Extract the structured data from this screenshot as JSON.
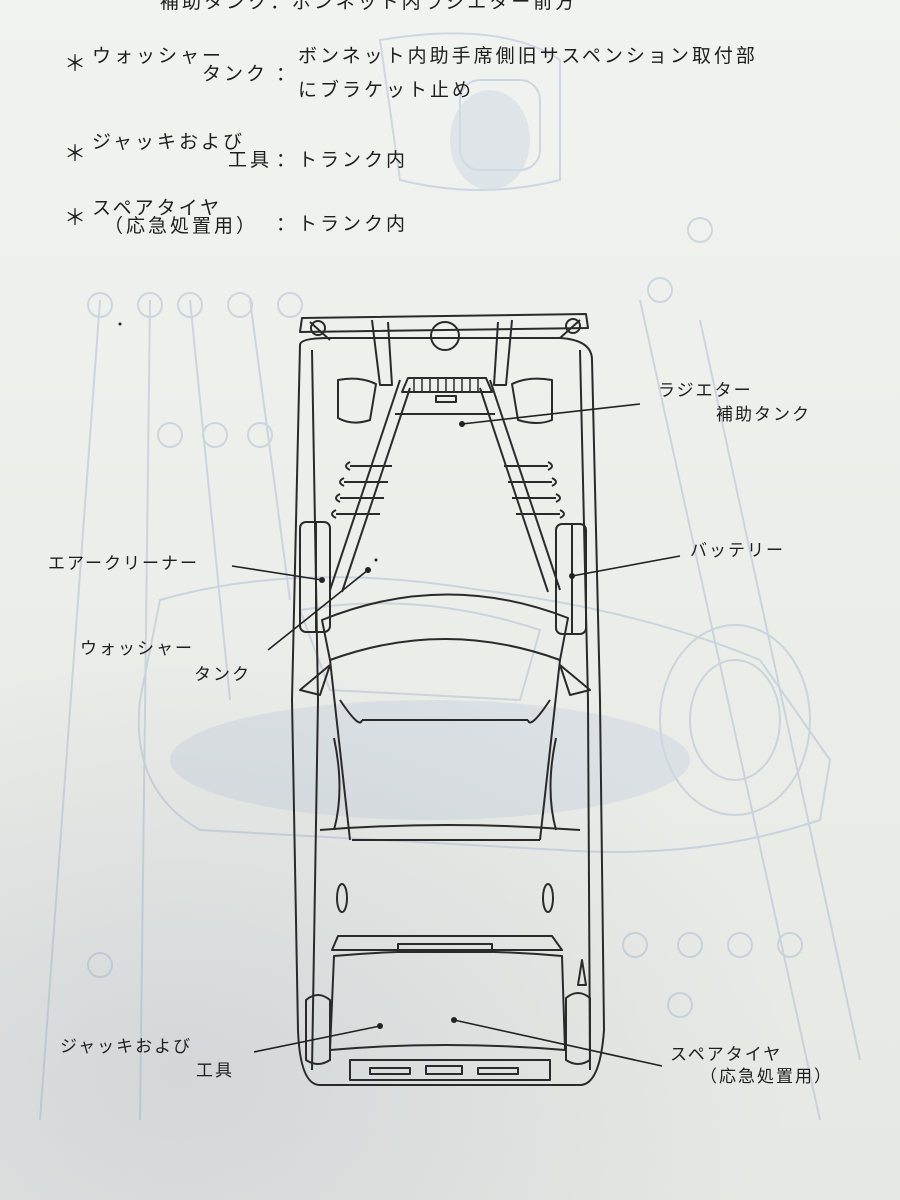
{
  "header": {
    "cut_off_line": "補助タンク：ボンネット内ラジエター前方"
  },
  "specs": [
    {
      "name_line1": "ウォッシャー",
      "name_line2": "タンク",
      "location_line1": "ボンネット内助手席側旧サスペンション取付部",
      "location_line2": "にブラケット止め"
    },
    {
      "name_line1": "ジャッキおよび",
      "name_line2": "工具",
      "location_line1": "トランク内",
      "location_line2": ""
    },
    {
      "name_line1": "スペアタイヤ",
      "name_line2": "（応急処置用）",
      "location_line1": "トランク内",
      "location_line2": ""
    }
  ],
  "symbols": {
    "bullet": "＊",
    "separator": "："
  },
  "callouts": {
    "radiator_line1": "ラジエター",
    "radiator_line2": "補助タンク",
    "battery": "バッテリー",
    "air_cleaner": "エアークリーナー",
    "washer_line1": "ウォッシャー",
    "washer_line2": "タンク",
    "jack_line1": "ジャッキおよび",
    "jack_line2": "工具",
    "spare_line1": "スペアタイヤ",
    "spare_line2": "（応急処置用）"
  },
  "colors": {
    "ink": "#1e1e1e",
    "ghost_print": "#8fa6c8",
    "paper": "#eef0ec"
  }
}
